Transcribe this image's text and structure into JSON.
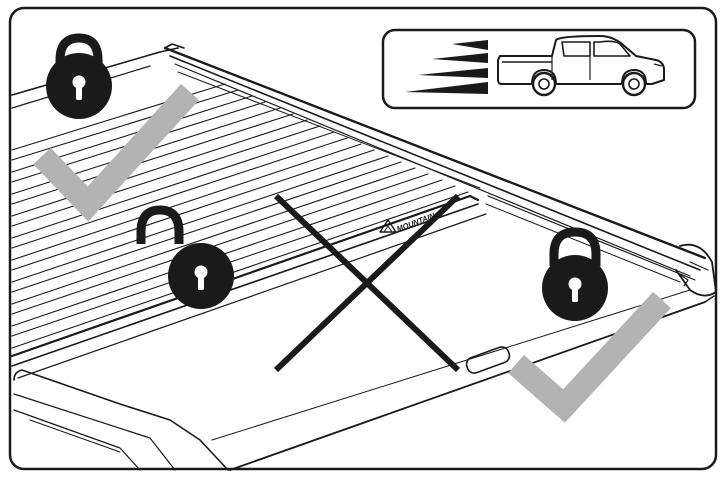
{
  "diagram": {
    "brand_text": "MOUNTAIN",
    "status": {
      "closed_locked": "correct",
      "partially_open": "incorrect",
      "closed_locked_rear": "correct"
    },
    "badge": {
      "icon": "pickup-truck-driving-icon",
      "motion_lines": 4
    },
    "colors": {
      "line": "#1a1a1a",
      "check": "#b3b3b3",
      "cross": "#1a1a1a",
      "background": "#ffffff"
    }
  }
}
